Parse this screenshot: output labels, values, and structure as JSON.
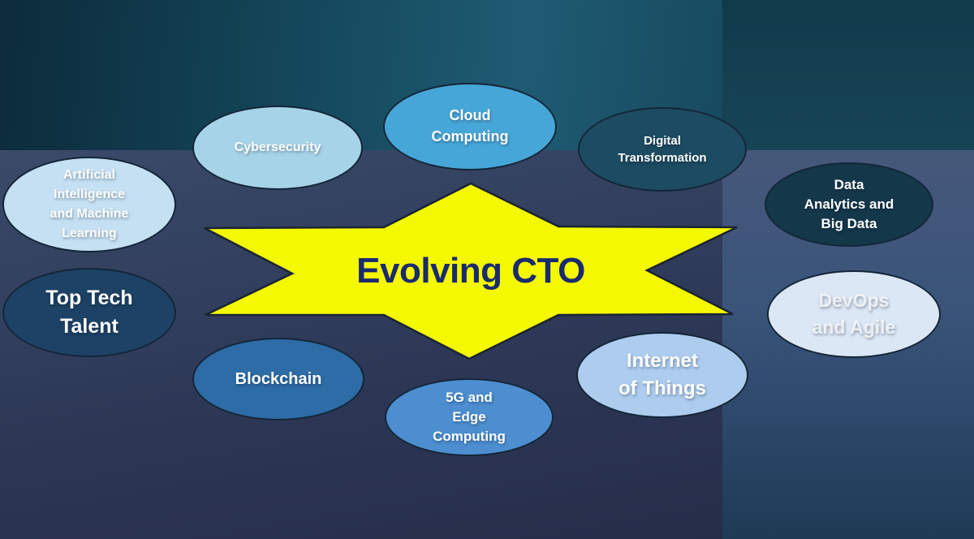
{
  "diagram": {
    "center": {
      "label": "Evolving CTO",
      "fill": "#f4f800",
      "text_color": "#1a2b6d",
      "outline_color": "#1a2433"
    },
    "nodes": [
      {
        "id": "cybersecurity",
        "label": "Cybersecurity",
        "fill": "#a7d3e9",
        "text_color": "#ffffff"
      },
      {
        "id": "cloud-computing",
        "label": "Cloud\nComputing",
        "fill": "#47a6d8",
        "text_color": "#ffffff"
      },
      {
        "id": "digital-transformation",
        "label": "Digital\nTransformation",
        "fill": "#1d4b61",
        "text_color": "#ffffff"
      },
      {
        "id": "ai-ml",
        "label": "Artificial\nIntelligence\nand Machine\nLearning",
        "fill": "#c5e0f2",
        "text_color": "#fdfdfd"
      },
      {
        "id": "data-analytics",
        "label": "Data\nAnalytics and\nBig Data",
        "fill": "#14374a",
        "text_color": "#ffffff"
      },
      {
        "id": "top-tech-talent",
        "label": "Top Tech\nTalent",
        "fill": "#1d4265",
        "text_color": "#ffffff"
      },
      {
        "id": "devops-agile",
        "label": "DevOps\nand Agile",
        "fill": "#dbe7f5",
        "text_color": "#ffffffc4"
      },
      {
        "id": "blockchain",
        "label": "Blockchain",
        "fill": "#2d6ca6",
        "text_color": "#ffffff"
      },
      {
        "id": "5g-edge",
        "label": "5G and\nEdge\nComputing",
        "fill": "#4c8ed0",
        "text_color": "#ffffff"
      },
      {
        "id": "internet-of-things",
        "label": "Internet\nof Things",
        "fill": "#adccee",
        "text_color": "#ffffff"
      }
    ]
  }
}
